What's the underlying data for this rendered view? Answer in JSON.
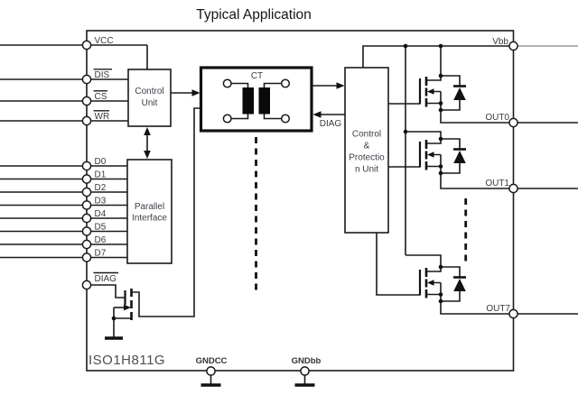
{
  "title": "Typical Application",
  "chip": {
    "name": "ISO1H811G"
  },
  "blocks": {
    "control_unit": [
      "Control",
      "Unit"
    ],
    "parallel_interface": [
      "Parallel",
      "Interface"
    ],
    "ct": "CT",
    "control_protection": [
      "Control",
      "&",
      "Protectio",
      "n Unit"
    ]
  },
  "pins": {
    "vcc": "VCC",
    "dis": "DIS",
    "cs": "CS",
    "wr": "WR",
    "data_bus": [
      "D0",
      "D1",
      "D2",
      "D3",
      "D4",
      "D5",
      "D6",
      "D7"
    ],
    "diag": "DIAG",
    "vbb": "Vbb",
    "out0": "OUT0",
    "out1": "OUT1",
    "out7": "OUT7",
    "gndcc": "GNDCC",
    "gndbb": "GNDbb"
  },
  "labels": {
    "diag_signal": "DIAG"
  },
  "colors": {
    "line": "#1a1a1a",
    "text": "#3c3c3c",
    "chip_name": "#4e4e4e",
    "vbb_external_line": "#9a9a9a",
    "background": "#ffffff"
  }
}
